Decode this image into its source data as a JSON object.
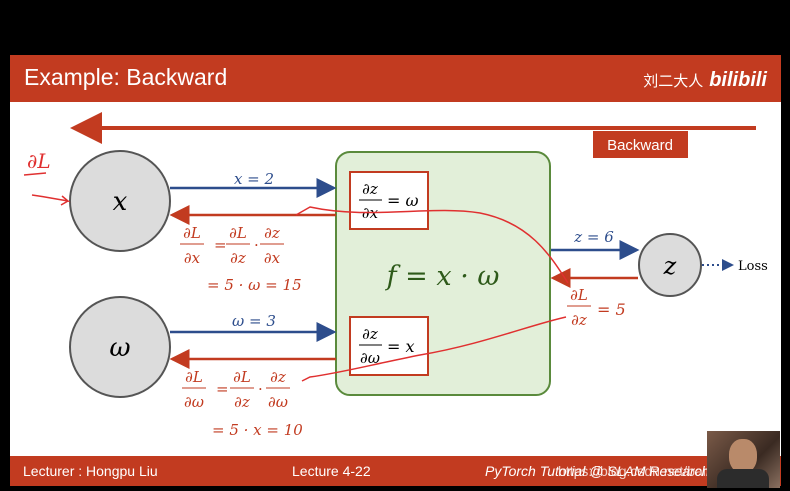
{
  "slide": {
    "title": "Example: Backward",
    "brand": "刘二大人",
    "brand_logo": "bilibili",
    "backward_label": "Backward"
  },
  "graph": {
    "node_x": "x",
    "node_w": "ω",
    "node_z": "z",
    "func": "f = x · ω",
    "x_val": "x = 2",
    "w_val": "ω = 3",
    "z_val": "z = 6",
    "loss": "Loss",
    "dzdx_rhs": "= ω",
    "dzdw_rhs": "= x",
    "dLdz_rhs": "= 5",
    "dLdx_calc": "= 5 · ω = 15",
    "dLdw_calc": "= 5 · x = 10"
  },
  "fractions": {
    "dz": "∂z",
    "dx": "∂x",
    "dw": "∂ω",
    "dL": "∂L",
    "dz_den": "∂z"
  },
  "footer": {
    "lecturer": "Lecturer : Hongpu Liu",
    "lecture": "Lecture 4-22",
    "course": "PyTorch Tutorial @ SLAM Research",
    "url": "https://blog.csdn.net/baimenglin"
  },
  "annotation": "∂L",
  "colors": {
    "accent": "#c23b20",
    "blue": "#2d4d8c",
    "green_fill": "#e2efd9",
    "green_border": "#5a8a3c"
  }
}
